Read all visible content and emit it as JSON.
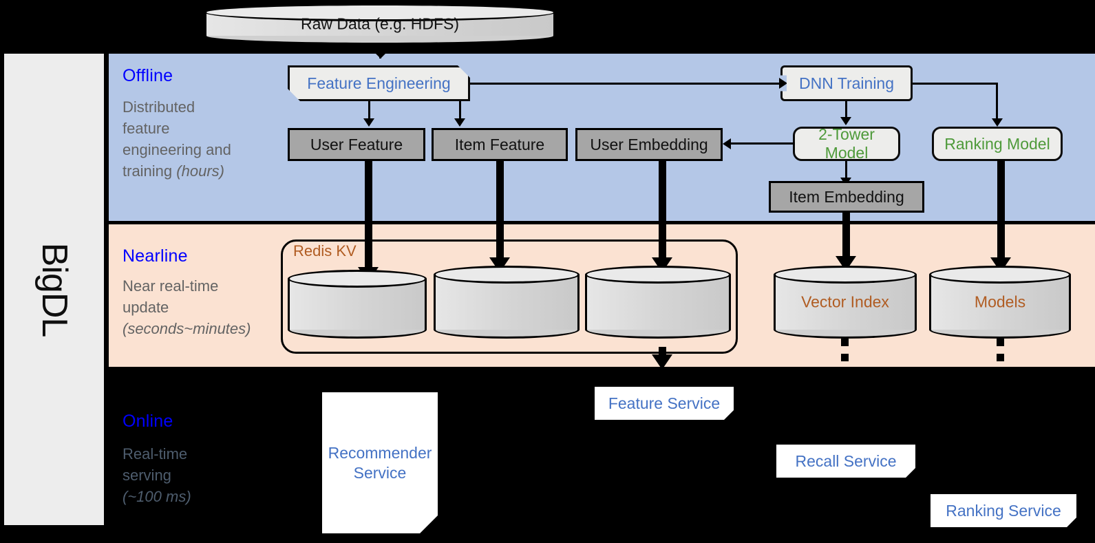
{
  "framework": {
    "name": "BigDL"
  },
  "bands": [
    {
      "id": "offline",
      "title": "Offline",
      "subtitle": "Distributed feature engineering and ",
      "subtitle_em": "(hours)",
      "color": "#b4c7e7"
    },
    {
      "id": "nearline",
      "title": "Nearline",
      "subtitle": "Near real-time update ",
      "subtitle_em": "(seconds~minutes)",
      "color": "#fbe2d2"
    },
    {
      "id": "online",
      "title": "Online",
      "subtitle": "Real-time serving ",
      "subtitle_em": "(~100 ms)",
      "color": "#000000"
    }
  ],
  "offline": {
    "title": "Offline",
    "sub_line1": "Distributed",
    "sub_line2": "feature",
    "sub_line3": "engineering and",
    "sub_line4": "training ",
    "sub_em": "(hours)",
    "raw_data": "Raw Data (e.g. HDFS)",
    "feature_engineering": "Feature Engineering",
    "dnn_training": "DNN Training",
    "user_feature": "User Feature",
    "item_feature": "Item Feature",
    "user_embedding": "User Embedding",
    "two_tower_model": "2-Tower Model",
    "ranking_model": "Ranking Model",
    "item_embedding": "Item Embedding"
  },
  "nearline": {
    "title": "Nearline",
    "sub_line1": "Near real-time",
    "sub_line2": "update",
    "sub_em": "(seconds~minutes)",
    "redis_kv": "Redis KV",
    "store_user_feature": "",
    "store_item_feature": "",
    "store_user_embedding": "",
    "vector_index": "Vector Index",
    "models": "Models"
  },
  "online": {
    "title": "Online",
    "sub_line1": "Real-time",
    "sub_line2": "serving",
    "sub_em": "(~100 ms)",
    "recommender_service": "Recommender Service",
    "feature_service": "Feature Service",
    "recall_service": "Recall Service",
    "ranking_service": "Ranking Service"
  },
  "colors": {
    "offline_band": "#b4c7e7",
    "nearline_band": "#fbe2d2",
    "online_band": "#000000",
    "sidebar": "#ededed",
    "title_blue": "#0000ff",
    "node_blue": "#4472c4",
    "node_green": "#4e9a3a",
    "store_brown": "#b05c22",
    "gray_box": "#a6a6a6",
    "light_box": "#ededeb"
  }
}
